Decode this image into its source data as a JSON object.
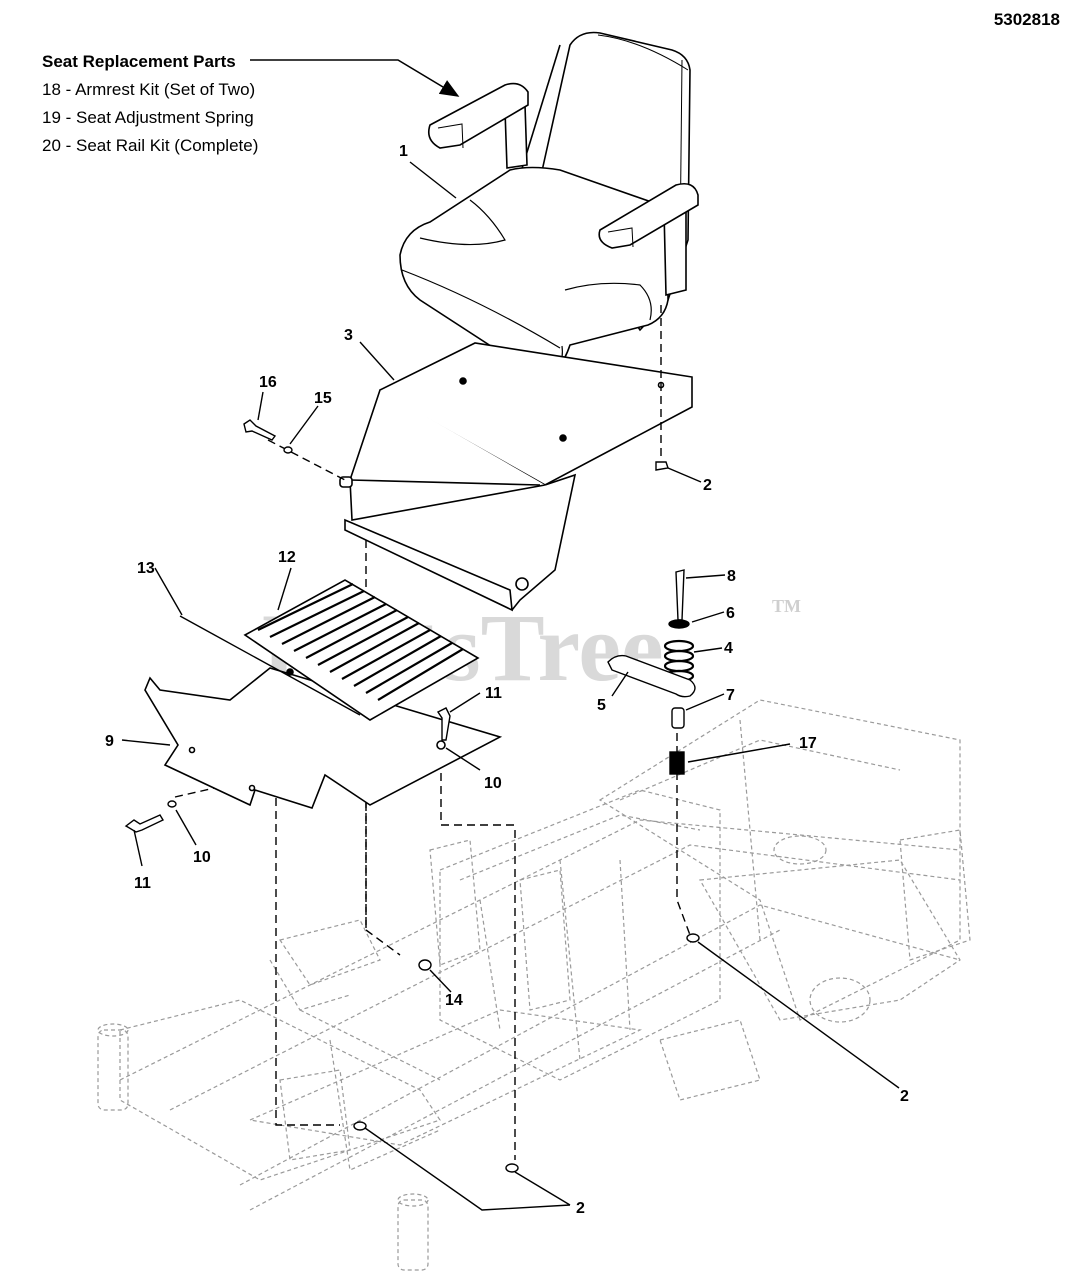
{
  "drawing_number": "5302818",
  "legend": {
    "title": "Seat Replacement Parts",
    "items": [
      "18 - Armrest Kit (Set of Two)",
      "19 - Seat Adjustment Spring",
      "20 - Seat Rail Kit (Complete)"
    ]
  },
  "callouts": {
    "c1": "1",
    "c2a": "2",
    "c2b": "2",
    "c2c": "2",
    "c3": "3",
    "c4": "4",
    "c5": "5",
    "c6": "6",
    "c7": "7",
    "c8": "8",
    "c9": "9",
    "c10a": "10",
    "c10b": "10",
    "c11a": "11",
    "c11b": "11",
    "c12": "12",
    "c13": "13",
    "c14": "14",
    "c15": "15",
    "c16": "16",
    "c17": "17"
  },
  "watermark": {
    "text": "PartsTree",
    "tm": "TM"
  }
}
